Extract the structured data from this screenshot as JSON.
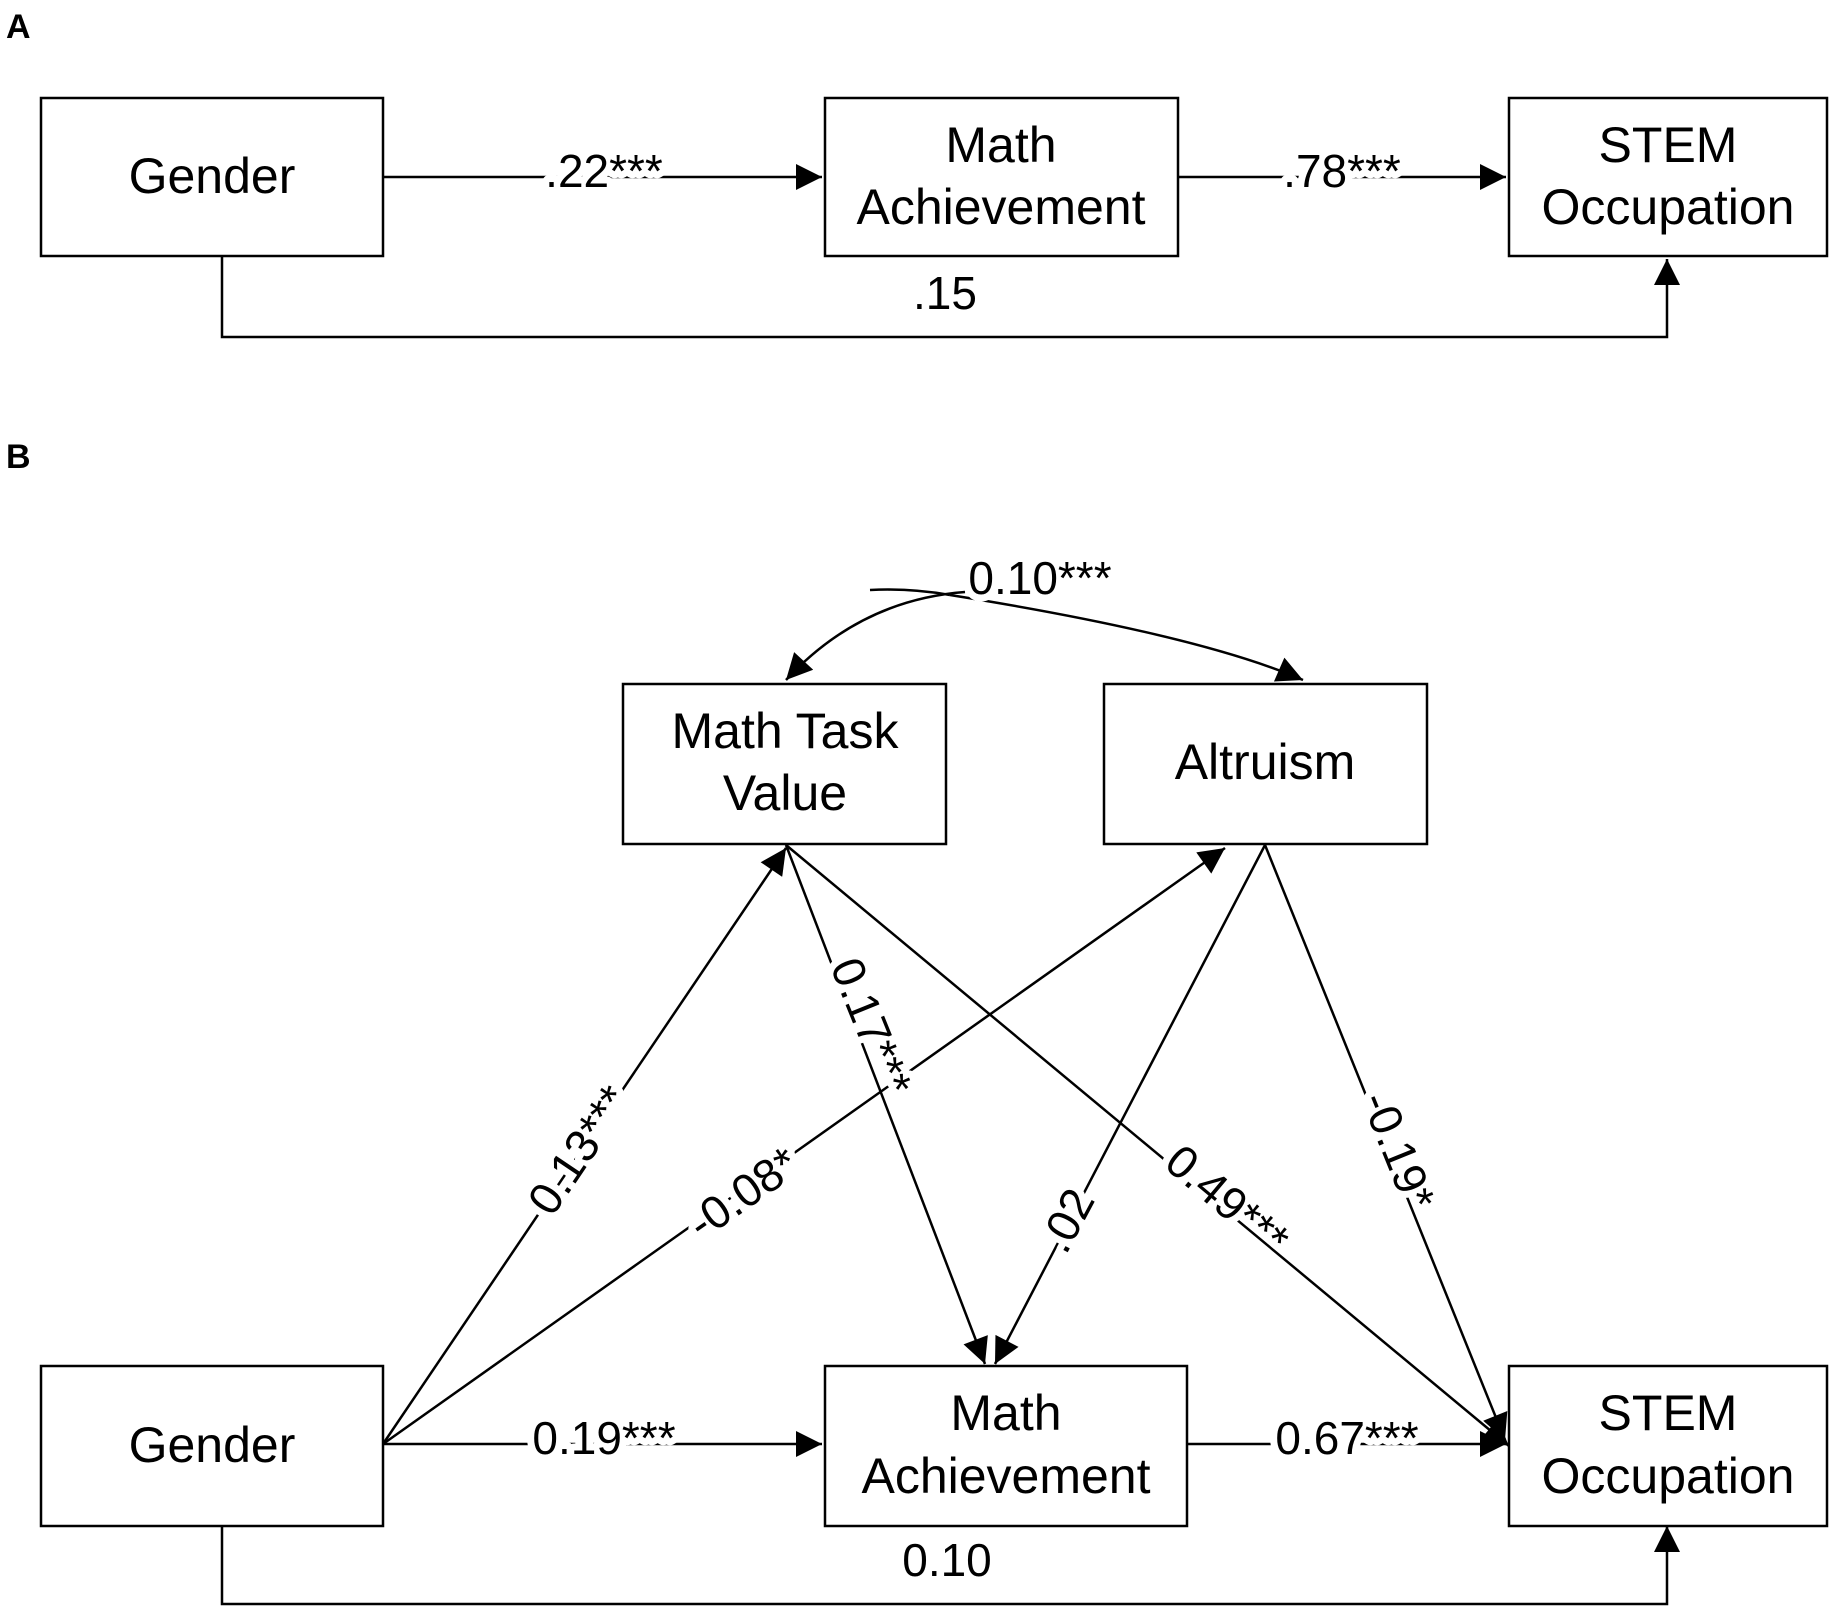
{
  "panel_a": {
    "label": "A",
    "nodes": {
      "gender": [
        "Gender"
      ],
      "math_achievement": [
        "Math",
        "Achievement"
      ],
      "stem_occupation": [
        "STEM",
        "Occupation"
      ]
    },
    "paths": {
      "gender_to_math": ".22***",
      "math_to_stem": ".78***",
      "gender_to_stem": ".15"
    }
  },
  "panel_b": {
    "label": "B",
    "nodes": {
      "math_task_value": [
        "Math Task",
        "Value"
      ],
      "altruism": [
        "Altruism"
      ],
      "gender": [
        "Gender"
      ],
      "math_achievement": [
        "Math",
        "Achievement"
      ],
      "stem_occupation": [
        "STEM",
        "Occupation"
      ]
    },
    "paths": {
      "task_value_altruism_covariance": "0.10***",
      "gender_to_task_value": "0.13***",
      "gender_to_altruism": "-0.08*",
      "task_value_to_math": "0.17***",
      "altruism_to_math": ".02",
      "task_value_to_stem": "0.49***",
      "altruism_to_stem": "-0.19*",
      "gender_to_math": "0.19***",
      "math_to_stem": "0.67***",
      "gender_to_stem": "0.10"
    }
  }
}
